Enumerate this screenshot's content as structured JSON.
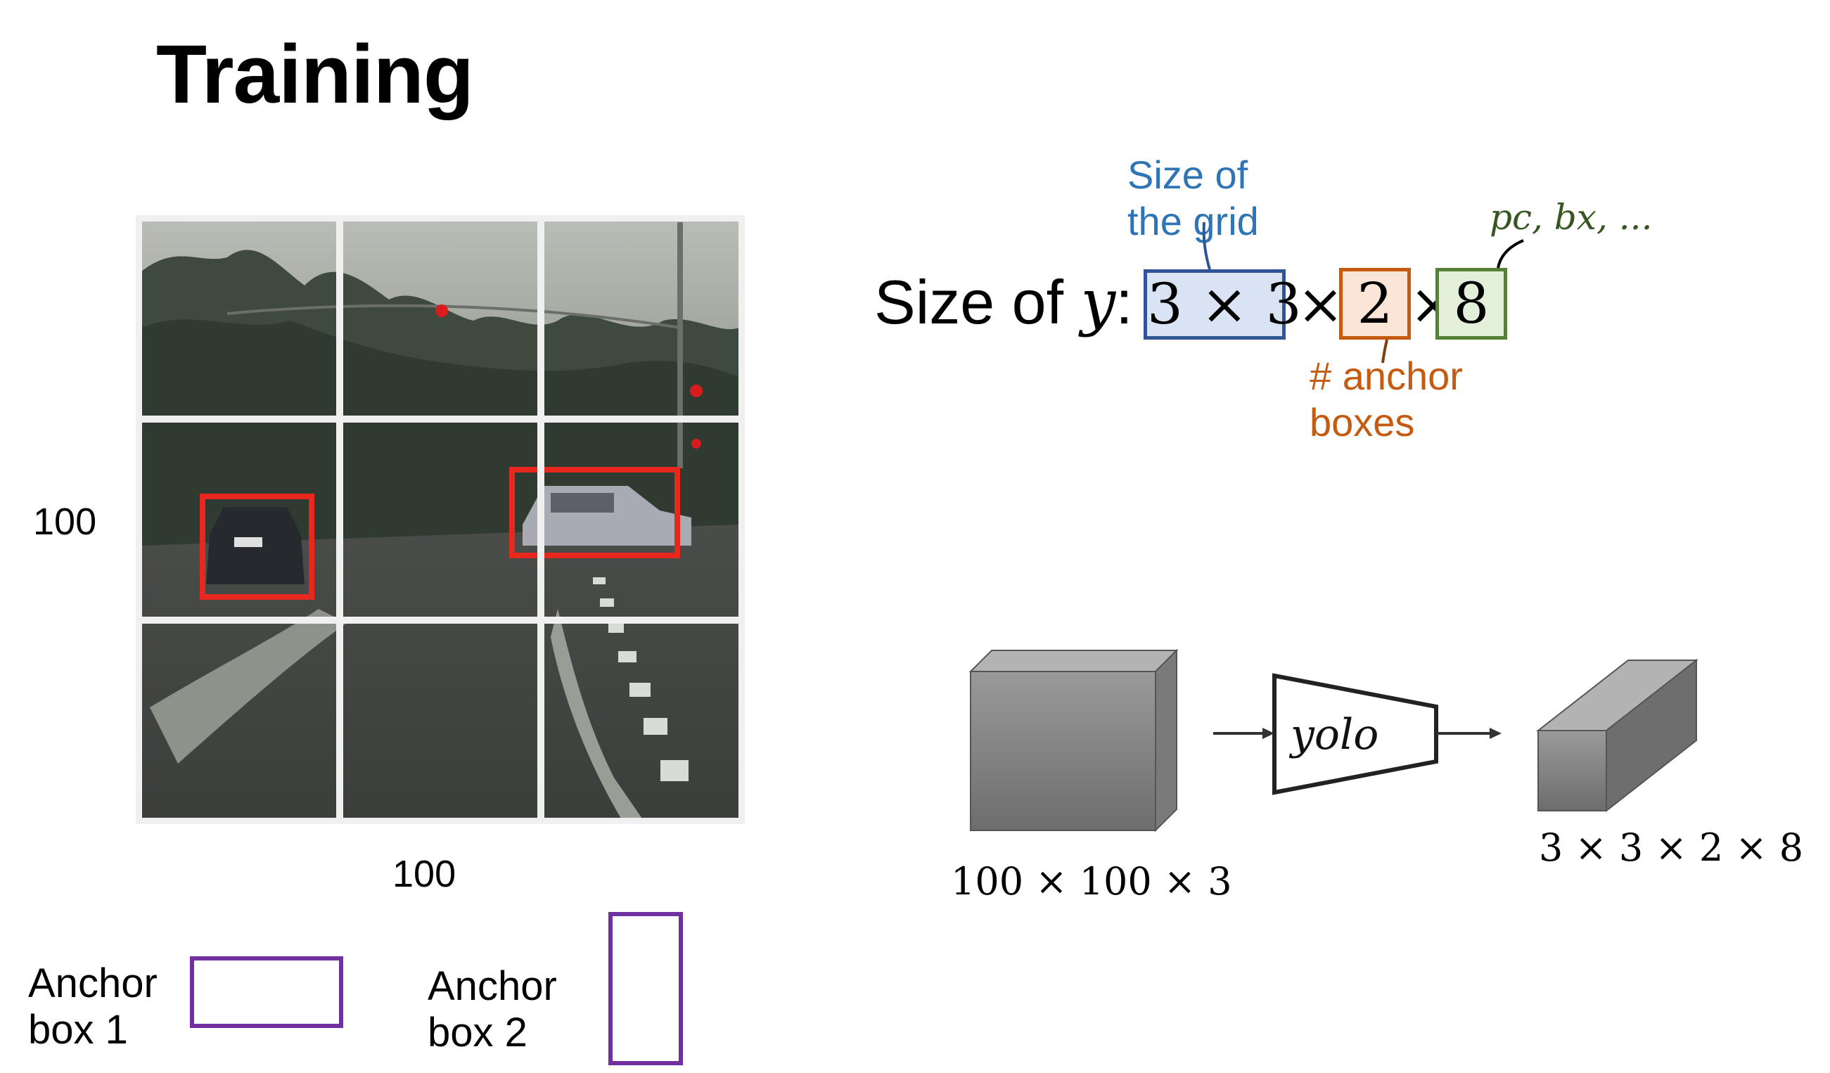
{
  "slide": {
    "title": "Training"
  },
  "photo": {
    "height_label": "100",
    "width_label": "100",
    "grid": "3x3"
  },
  "anchors": {
    "box1_label": "Anchor\nbox 1",
    "box2_label": "Anchor\nbox 2",
    "color": "#7030a0"
  },
  "formula": {
    "prefix": "Size of ",
    "var": "y",
    "colon": ":",
    "grid_term": "3 × 3",
    "times1": "×",
    "anchor_term": "2",
    "times2": "×",
    "param_term": "8",
    "grid_note": "Size of\nthe grid",
    "anchor_note": "# anchor\nboxes",
    "param_note": "pc, bx, ...",
    "colors": {
      "grid": "#2e75b6",
      "grid_fill": "#dae3f3",
      "grid_border": "#2f5597",
      "anchor": "#c55a11",
      "anchor_fill": "#fbe5d6",
      "param": "#375623",
      "param_fill": "#e2f0d9",
      "param_border": "#548235"
    }
  },
  "pipeline": {
    "input_label": "100 × 100 × 3",
    "network_label": "yolo",
    "output_label": "3 × 3 × 2 × 8"
  },
  "detections": {
    "box_color": "#e8281e"
  }
}
